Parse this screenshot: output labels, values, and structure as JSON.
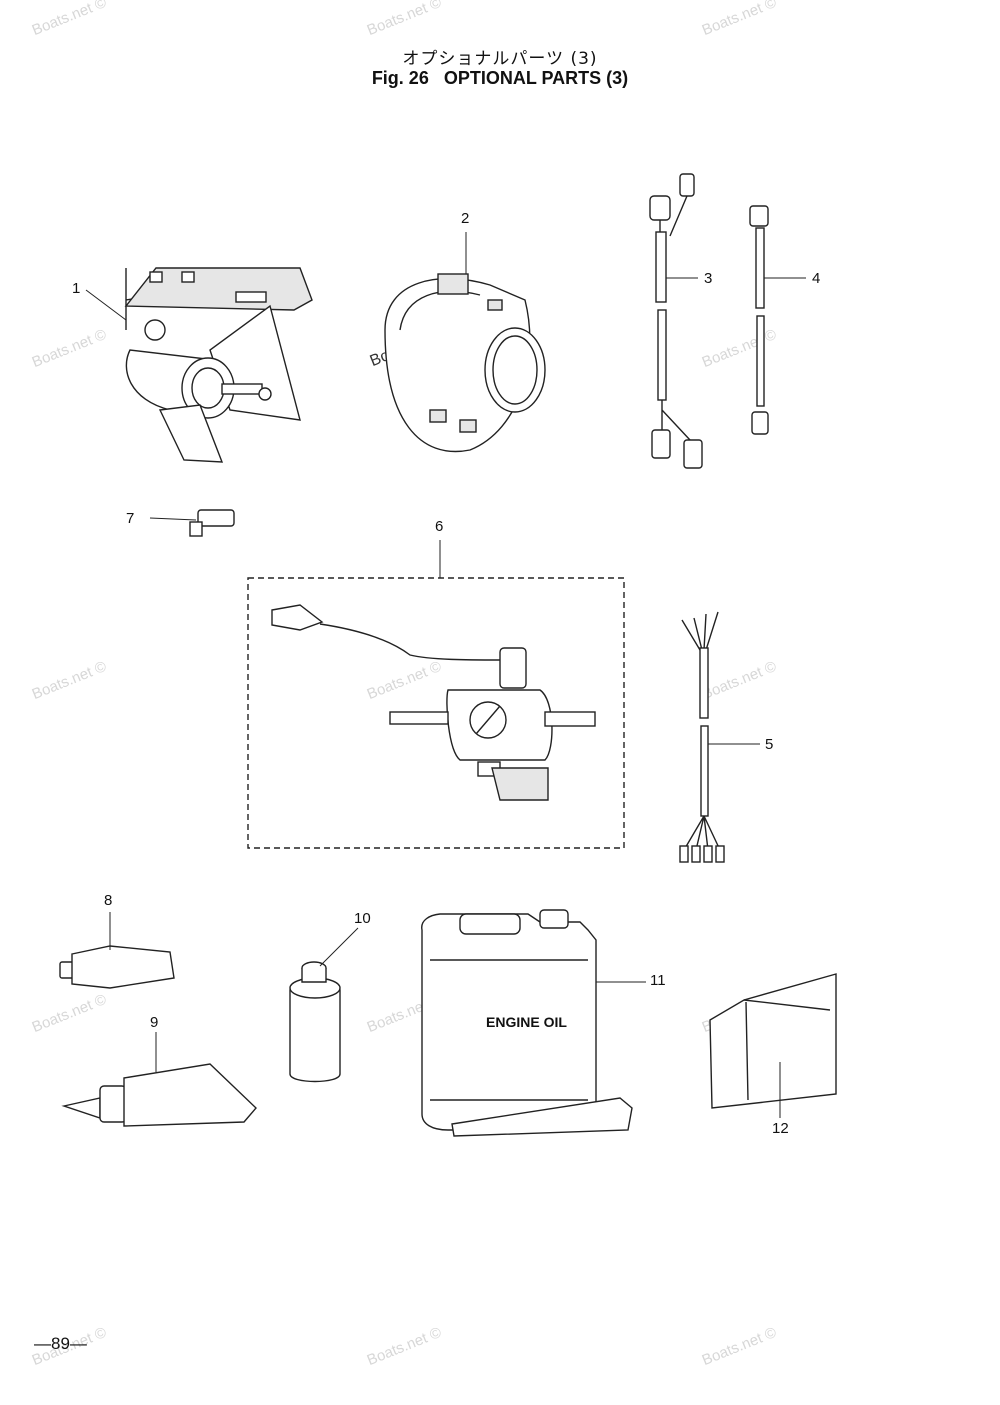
{
  "header": {
    "title_jp": "オプショナルパーツ (3)",
    "title_en": "Fig. 26   OPTIONAL PARTS (3)"
  },
  "watermark": "Boats.net ©",
  "callouts": [
    "1",
    "2",
    "3",
    "4",
    "5",
    "6",
    "7",
    "8",
    "9",
    "10",
    "11",
    "12"
  ],
  "container_label": "ENGINE OIL",
  "page_number": "—89—"
}
